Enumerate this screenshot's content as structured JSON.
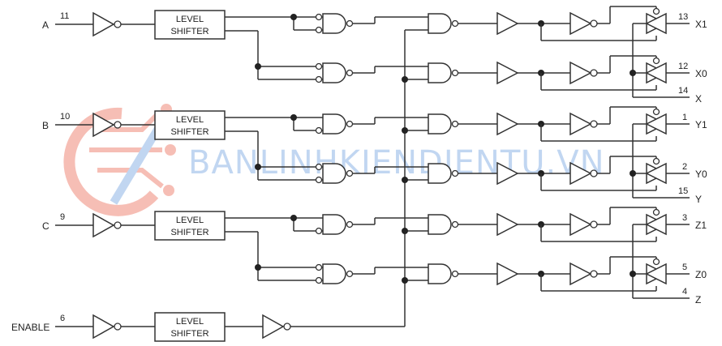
{
  "inputs": [
    {
      "name": "A",
      "pin": "11"
    },
    {
      "name": "B",
      "pin": "10"
    },
    {
      "name": "C",
      "pin": "9"
    },
    {
      "name": "ENABLE",
      "pin": "6"
    }
  ],
  "level_shifter": {
    "line1": "LEVEL",
    "line2": "SHIFTER"
  },
  "outputs": [
    {
      "name": "X1",
      "pin": "13"
    },
    {
      "name": "X0",
      "pin": "12"
    },
    {
      "name": "X",
      "pin": "14"
    },
    {
      "name": "Y1",
      "pin": "1"
    },
    {
      "name": "Y0",
      "pin": "2"
    },
    {
      "name": "Y",
      "pin": "15"
    },
    {
      "name": "Z1",
      "pin": "3"
    },
    {
      "name": "Z0",
      "pin": "5"
    },
    {
      "name": "Z",
      "pin": "4"
    }
  ],
  "watermark": {
    "text": "BANLINHKIENDIENTU.VN"
  },
  "colors": {
    "ink": "#333333",
    "watermark_blue": "#8fb6e6",
    "watermark_red": "#f08a7a"
  }
}
